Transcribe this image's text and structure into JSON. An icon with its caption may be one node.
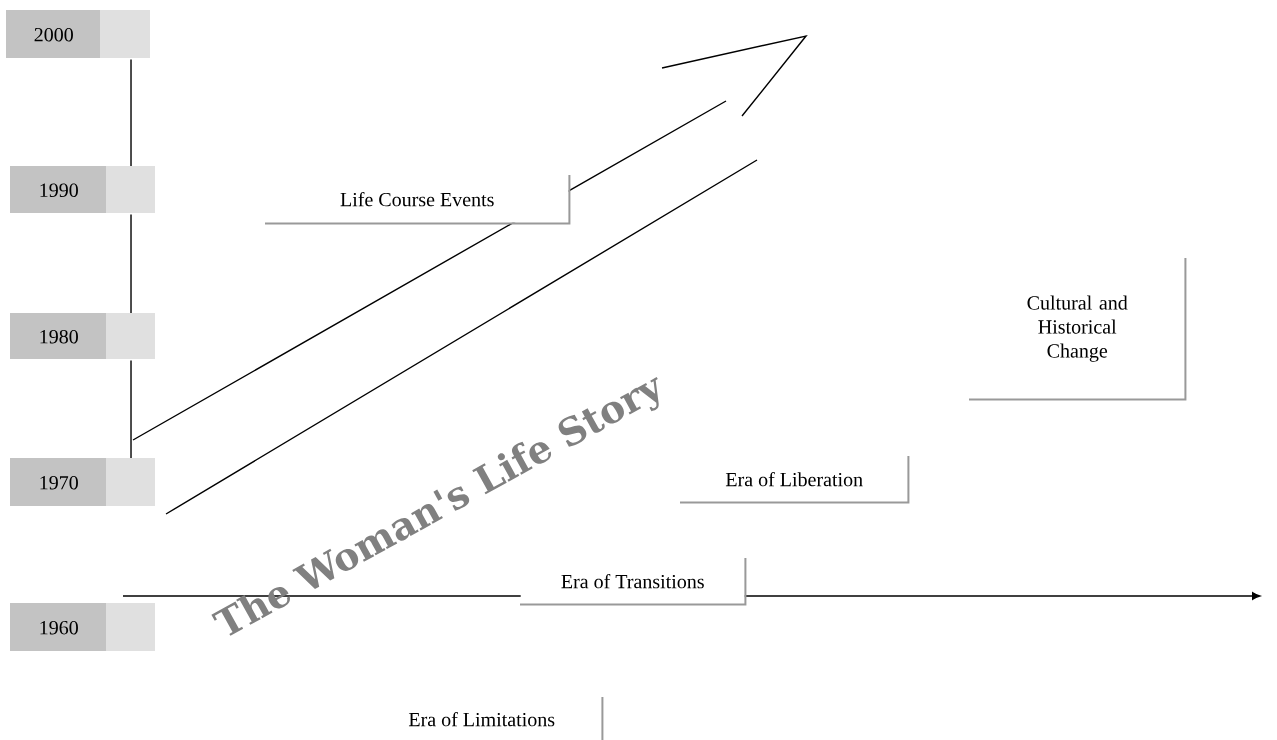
{
  "diagram": {
    "nodes": [
      {
        "text": [
          "2000"
        ]
      },
      {
        "text": [
          "1990"
        ]
      },
      {
        "text": [
          "1980"
        ]
      },
      {
        "text": [
          "1970"
        ]
      },
      {
        "text": [
          "1960"
        ]
      },
      {
        "text": [
          "Life Course Events"
        ]
      },
      {
        "text": [
          "Cultural and Historical Change"
        ]
      },
      {
        "text": [
          "Era of Liberation"
        ]
      },
      {
        "text": [
          "Era of Transitions"
        ]
      },
      {
        "text": [
          "Era of Limitations"
        ]
      }
    ],
    "edges": [
      {
        "from": 0,
        "to": 1,
        "arrow": "none"
      },
      {
        "from": 1,
        "to": 2,
        "arrow": "none"
      },
      {
        "from": 2,
        "to": 3,
        "arrow": "none"
      }
    ],
    "labels": [
      "The Woman's Life Story"
    ]
  }
}
